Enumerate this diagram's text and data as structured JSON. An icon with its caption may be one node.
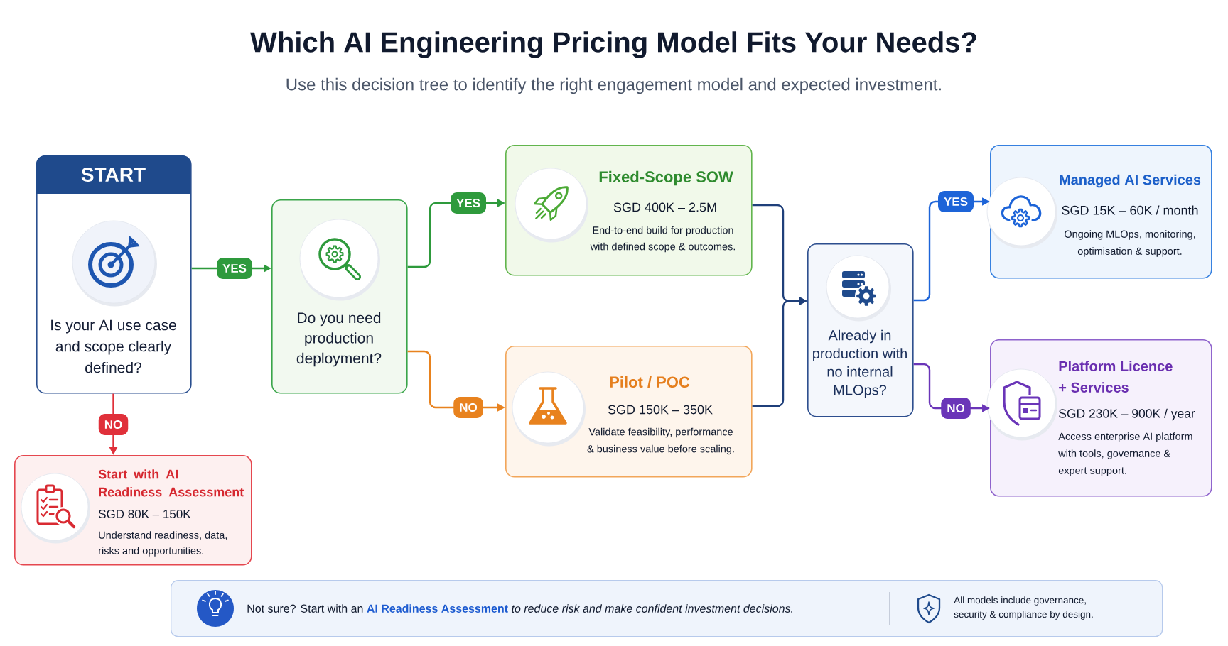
{
  "diagram": {
    "title": "Which AI Engineering Pricing Model Fits Your Needs?",
    "nodes": [
      {
        "text": [
          "START",
          "Is your AI use case and scope clearly defined?"
        ]
      },
      {
        "text": [
          "Start with AI Readiness Assessment",
          "SGD 80K – 150K",
          "Understand readiness, data, risks and opportunities."
        ]
      },
      {
        "text": [
          "Do you need production deployment?"
        ]
      },
      {
        "text": [
          "Fixed-Scope SOW",
          "SGD 400K – 2.5M",
          "End-to-end build for production with defined scope & outcomes."
        ]
      },
      {
        "text": [
          "Pilot / POC",
          "SGD 150K – 350K",
          "Validate feasibility, performance & business value before scaling."
        ]
      },
      {
        "text": [
          "Already in production with no internal MLOps?"
        ]
      },
      {
        "text": [
          "Managed AI Services",
          "SGD 15K – 60K / month",
          "Ongoing MLOps, monitoring, optimisation & support."
        ]
      },
      {
        "text": [
          "Platform Licence + Services",
          "SGD 230K – 900K / year",
          "Access enterprise AI platform with tools, governance & expert support."
        ]
      },
      {
        "text": [
          "Not sure? Start with an **AI Readiness Assessment** *to reduce risk and make confident investment decisions.*",
          "All models include governance, security & compliance by design."
        ]
      }
    ],
    "edges": [
      {
        "from": 0,
        "to": 2,
        "arrow": "to",
        "label": "YES",
        "color": "#2e9a3c"
      },
      {
        "from": 0,
        "to": 1,
        "arrow": "to",
        "label": "NO",
        "color": "#e0303a"
      },
      {
        "from": 2,
        "to": 3,
        "arrow": "to",
        "label": "YES",
        "color": "#2e9a3c"
      },
      {
        "from": 2,
        "to": 4,
        "arrow": "to",
        "label": "NO",
        "color": "#e8821e"
      },
      {
        "from": 3,
        "to": 5,
        "arrow": "to",
        "color": "#1f3f7a"
      },
      {
        "from": 4,
        "to": 5,
        "arrow": "to",
        "color": "#1f3f7a"
      },
      {
        "from": 5,
        "to": 6,
        "arrow": "to",
        "label": "YES",
        "color": "#1d64d8"
      },
      {
        "from": 5,
        "to": 7,
        "arrow": "to",
        "label": "NO",
        "color": "#6a35b8"
      }
    ],
    "labels": [
      "Use this decision tree to identify the right engagement model and expected investment."
    ]
  }
}
